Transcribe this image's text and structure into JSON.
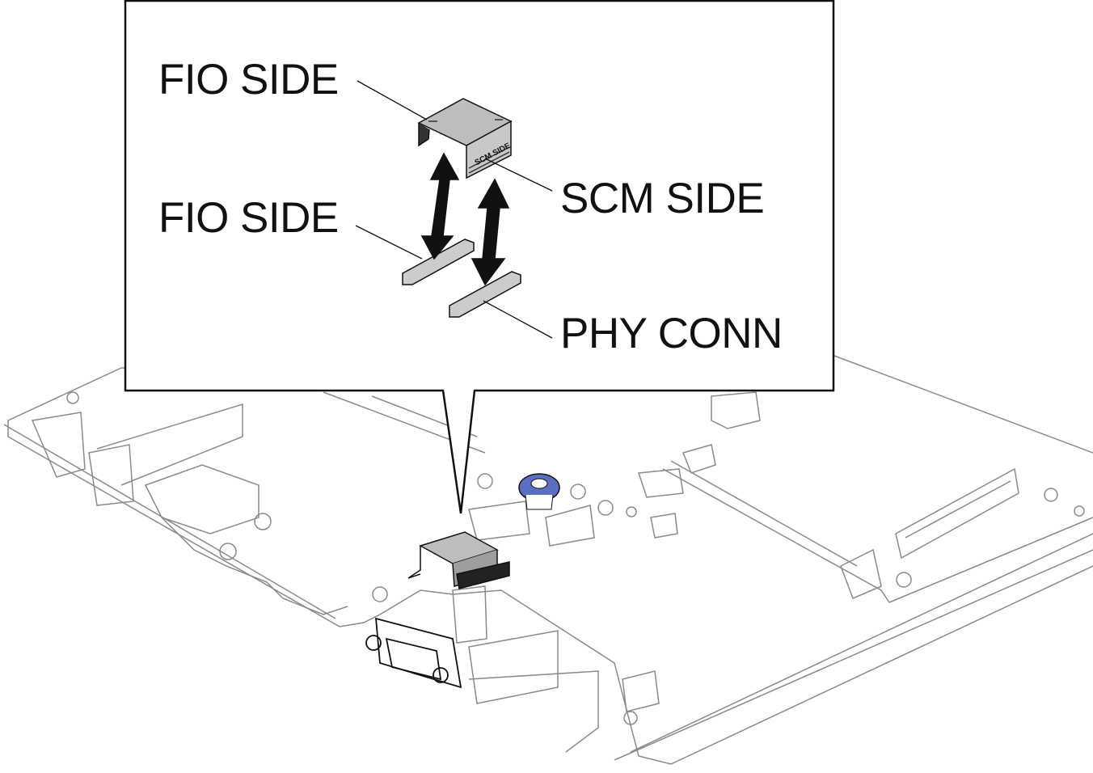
{
  "callout": {
    "labels": {
      "fio_side_top": "FIO SIDE",
      "fio_side_bottom": "FIO SIDE",
      "scm_side": "SCM SIDE",
      "phy_conn": "PHY CONN"
    },
    "part_marking": "SCM SIDE"
  },
  "colors": {
    "line": "#111111",
    "board_line": "#8a8a8a",
    "part_gray": "#bdbdbd",
    "thumbscrew_blue": "#5b6fc2"
  }
}
